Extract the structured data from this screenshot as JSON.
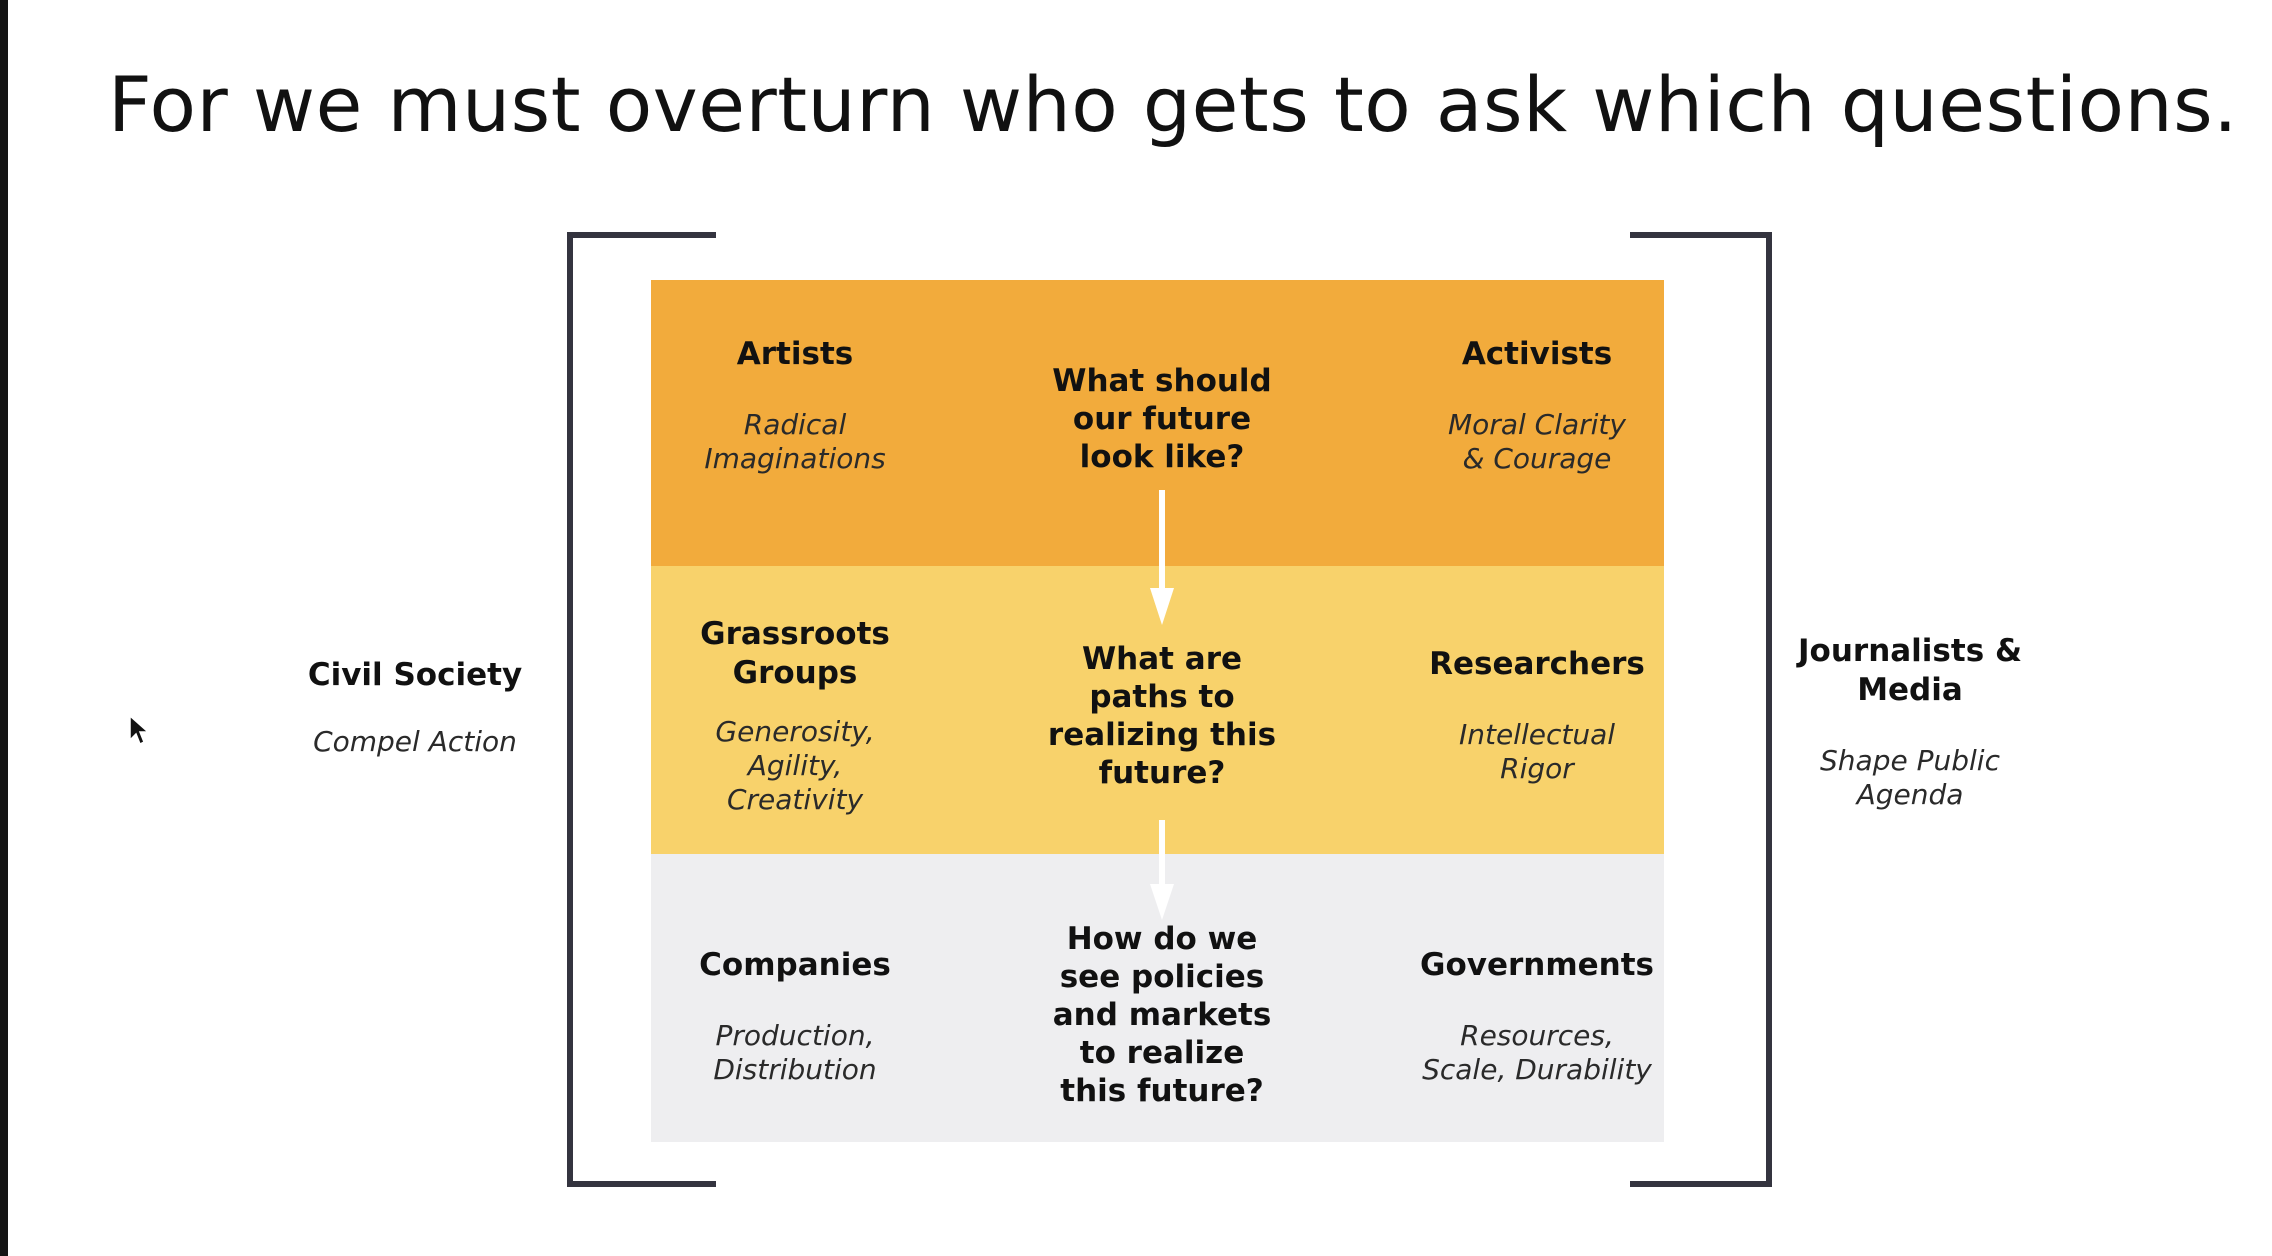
{
  "slide": {
    "title": "For we must overturn who gets to ask which questions."
  },
  "matrix": {
    "top": {
      "left": {
        "role": "Artists",
        "trait": "Radical\nImaginations"
      },
      "question": "What should\nour future\nlook like?",
      "right": {
        "role": "Activists",
        "trait": "Moral Clarity\n& Courage"
      }
    },
    "middle": {
      "left": {
        "role": "Grassroots\nGroups",
        "trait": "Generosity,\nAgility,\nCreativity"
      },
      "question": "What are\npaths to\nrealizing this\nfuture?",
      "right": {
        "role": "Researchers",
        "trait": "Intellectual\nRigor"
      }
    },
    "bottom": {
      "left": {
        "role": "Companies",
        "trait": "Production,\nDistribution"
      },
      "question": "How do we\nsee policies\nand markets\nto realize\nthis future?",
      "right": {
        "role": "Governments",
        "trait": "Resources,\nScale, Durability"
      }
    }
  },
  "outside": {
    "left": {
      "role": "Civil Society",
      "trait": "Compel Action"
    },
    "right": {
      "role": "Journalists &\nMedia",
      "trait": "Shape Public\nAgenda"
    }
  },
  "colors": {
    "top_band": "#f2ab3c",
    "middle_band": "#f8d26b",
    "bottom_band": "#eeeef0",
    "bracket": "#34343f",
    "arrow": "#ffffff"
  }
}
